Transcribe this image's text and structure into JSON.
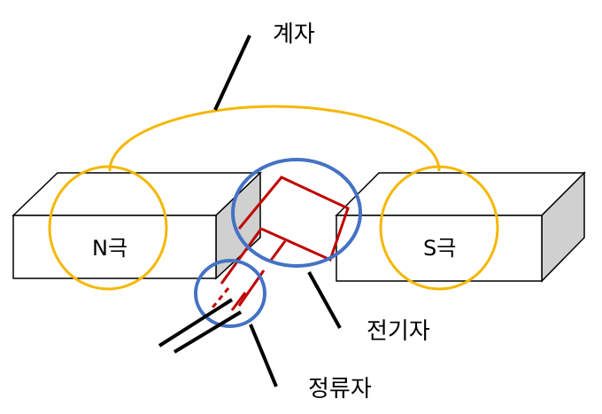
{
  "labels": {
    "yoke": "계자",
    "armature": "전기자",
    "commutator": "정류자",
    "north_pole": "N극",
    "south_pole": "S극"
  },
  "colors": {
    "field_loop": "#F5B700",
    "highlight_circle": "#4472C4",
    "coil": "#C00000",
    "outline": "#000000",
    "block_side": "#D0D0D0"
  }
}
